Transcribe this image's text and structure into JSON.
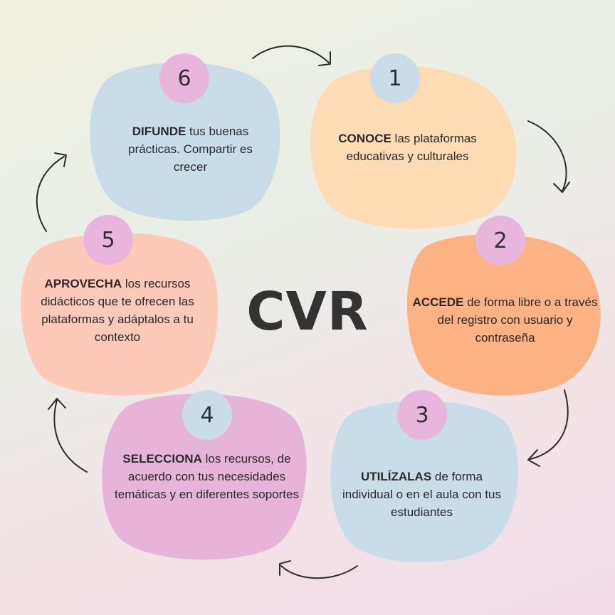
{
  "title": "CVR",
  "steps": [
    {
      "number": "1",
      "keyword": "CONOCE",
      "rest": " las plataformas educativas y culturales"
    },
    {
      "number": "2",
      "keyword": "ACCEDE",
      "rest": " de forma libre o a través del registro con usuario y contraseña"
    },
    {
      "number": "3",
      "keyword": "UTILÍZALAS",
      "rest": " de forma individual o en el aula con tus estudiantes"
    },
    {
      "number": "4",
      "keyword": "SELECCIONA",
      "rest": " los recursos, de acuerdo con tus necesidades temáticas y en diferentes soportes"
    },
    {
      "number": "5",
      "keyword": "APROVECHA",
      "rest": " los recursos didácticos que te ofrecen las plataformas y adáptalos a tu contexto"
    },
    {
      "number": "6",
      "keyword": "DIFUNDE",
      "rest": " tus buenas prácticas. Compartir es crecer"
    }
  ],
  "colors": {
    "peach": "#fddcb5",
    "orange": "#fdb284",
    "light_blue": "#c9dde9",
    "pink": "#e7b4d9",
    "salmon": "#fdc9b9",
    "badge_pink": "#e8b6dc",
    "badge_blue": "#c9dde9",
    "arrow": "#2b2b2b"
  }
}
